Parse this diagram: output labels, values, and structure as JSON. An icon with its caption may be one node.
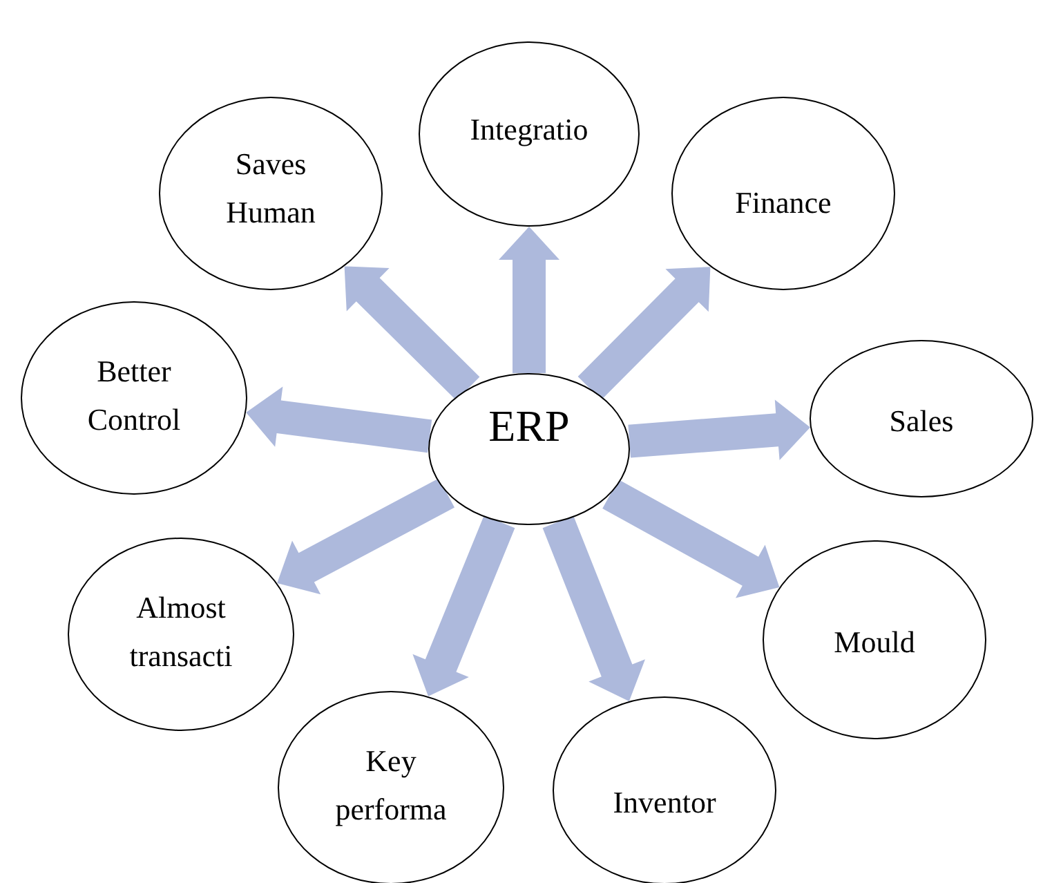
{
  "diagram": {
    "nodes": [
      {
        "text": [
          "Integratio"
        ]
      },
      {
        "text": [
          "Saves Human"
        ]
      },
      {
        "text": [
          "Finance"
        ]
      },
      {
        "text": [
          "Better Control"
        ]
      },
      {
        "text": [
          "ERP"
        ]
      },
      {
        "text": [
          "Sales"
        ]
      },
      {
        "text": [
          "Almost transacti"
        ]
      },
      {
        "text": [
          "Mould"
        ]
      },
      {
        "text": [
          "Key performa"
        ]
      },
      {
        "text": [
          "Inventor"
        ]
      }
    ],
    "edges": [
      {
        "from": 4,
        "to": 0,
        "arrow": "to",
        "style": "thick",
        "color": "#adb9dc"
      },
      {
        "from": 4,
        "to": 1,
        "arrow": "to",
        "style": "thick",
        "color": "#adb9dc"
      },
      {
        "from": 4,
        "to": 2,
        "arrow": "to",
        "style": "thick",
        "color": "#adb9dc"
      },
      {
        "from": 4,
        "to": 3,
        "arrow": "to",
        "style": "thick",
        "color": "#adb9dc"
      },
      {
        "from": 4,
        "to": 5,
        "arrow": "to",
        "style": "thick",
        "color": "#adb9dc"
      },
      {
        "from": 4,
        "to": 6,
        "arrow": "to",
        "style": "thick",
        "color": "#adb9dc"
      },
      {
        "from": 4,
        "to": 7,
        "arrow": "to",
        "style": "thick",
        "color": "#adb9dc"
      },
      {
        "from": 4,
        "to": 8,
        "arrow": "to",
        "style": "thick",
        "color": "#adb9dc"
      },
      {
        "from": 4,
        "to": 9,
        "arrow": "to",
        "style": "thick",
        "color": "#adb9dc"
      }
    ]
  }
}
